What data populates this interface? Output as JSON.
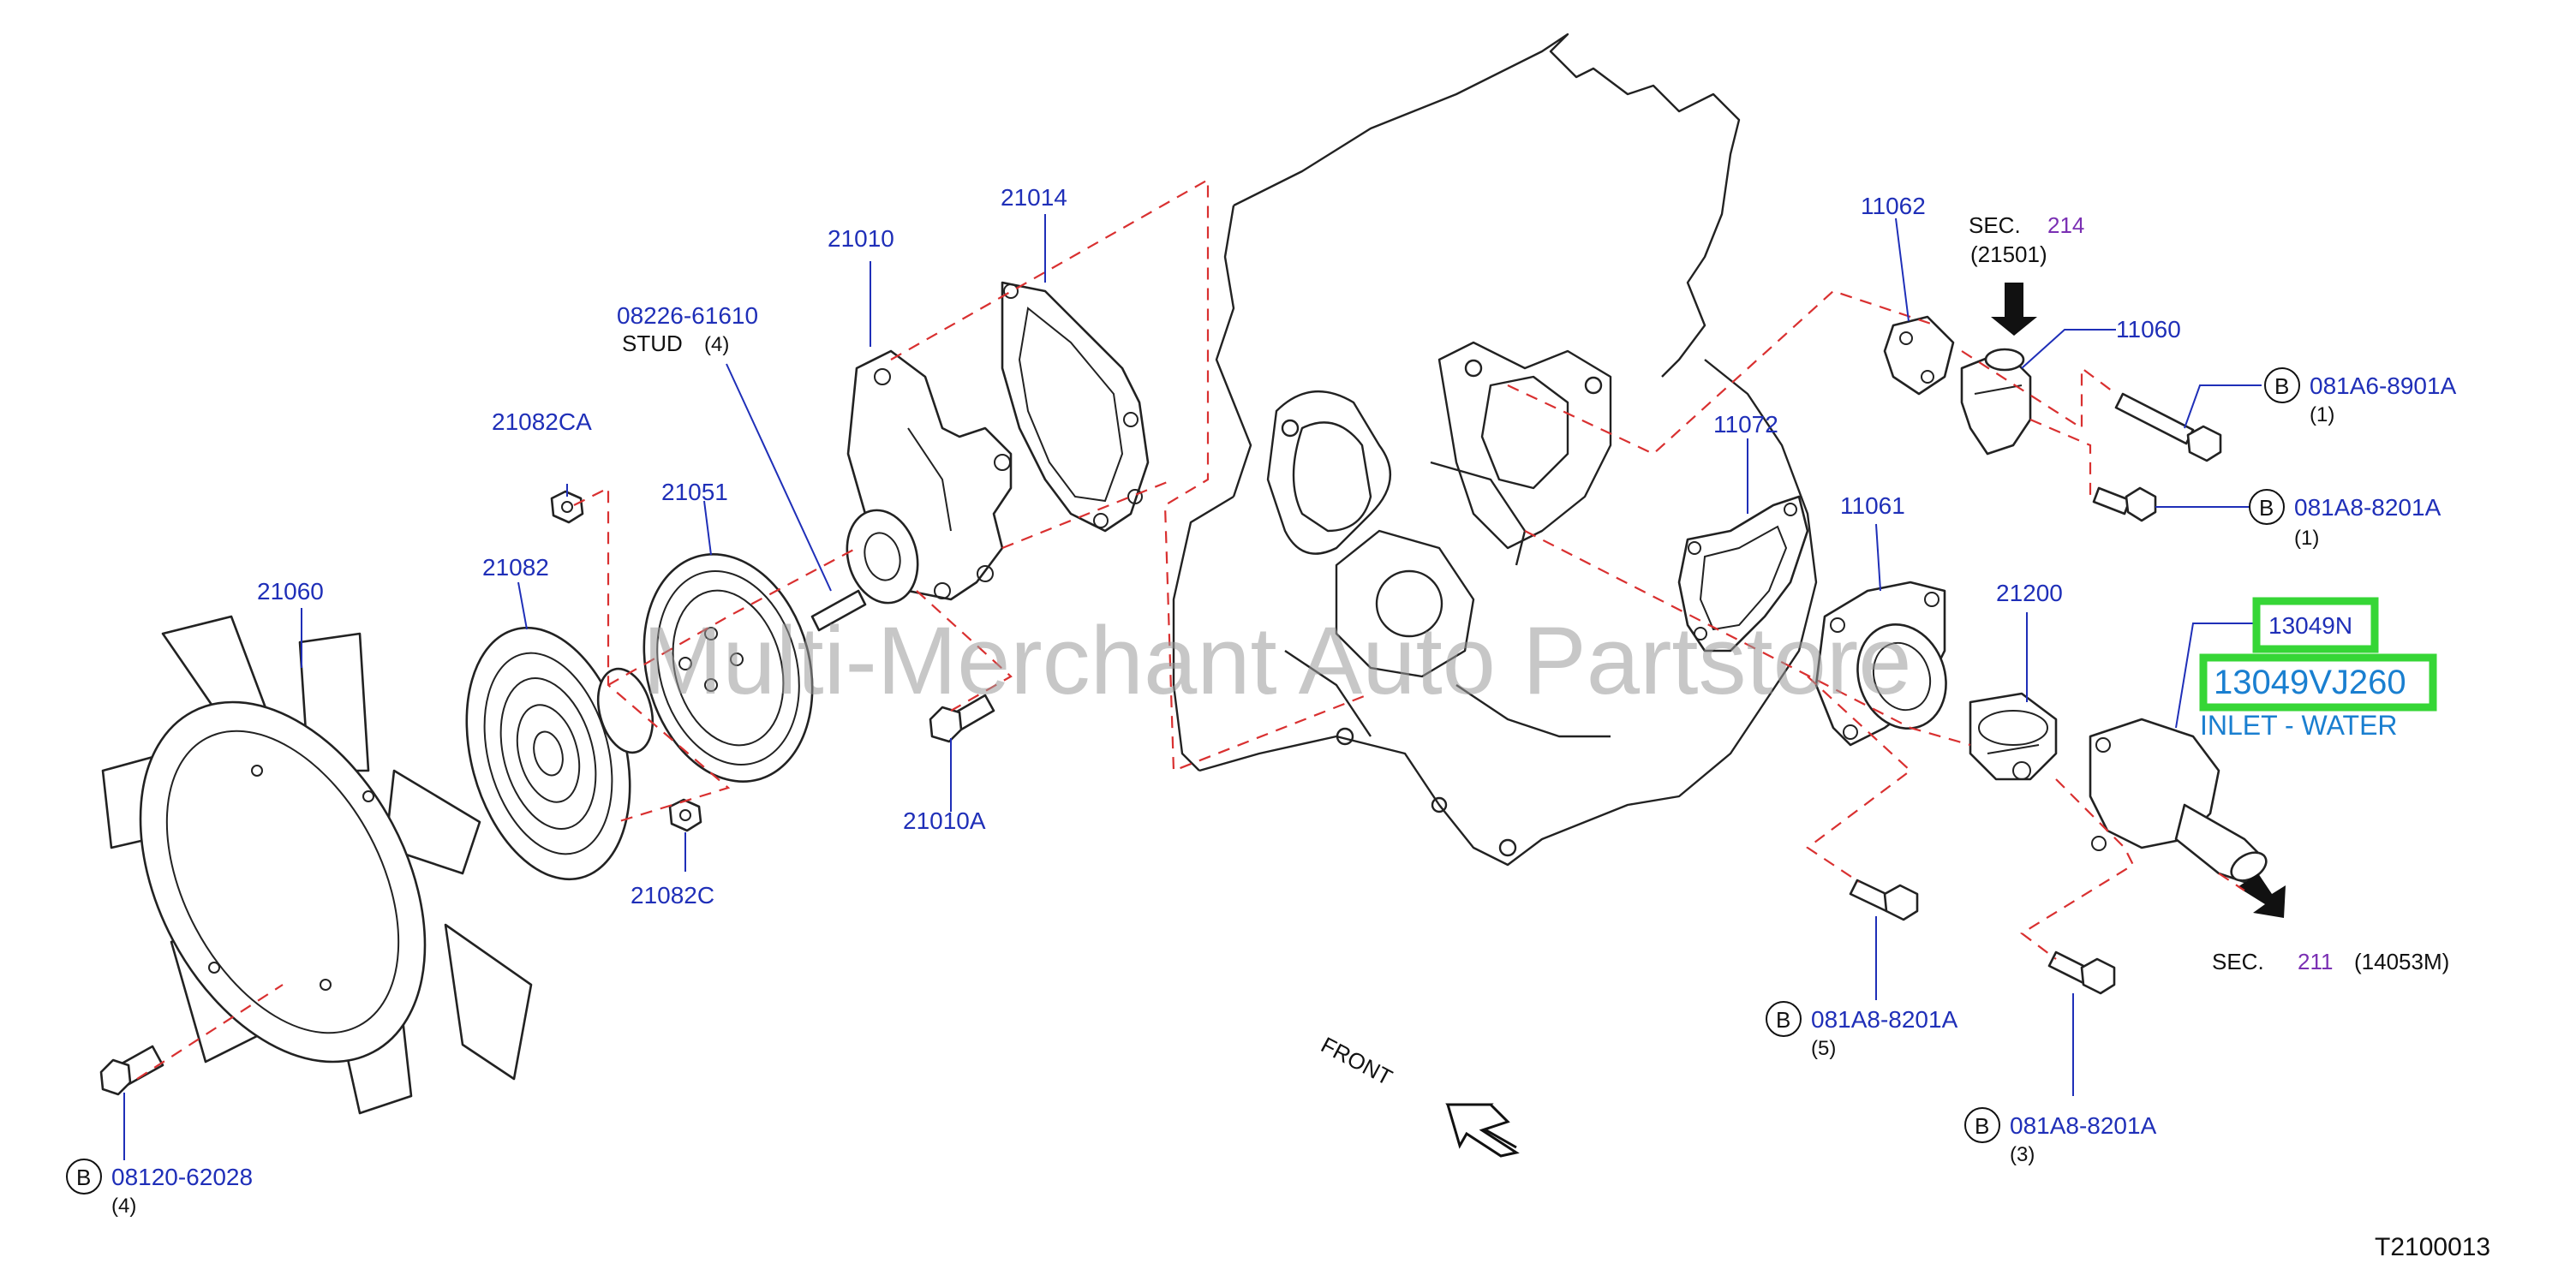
{
  "labels": {
    "p21060": "21060",
    "p21082": "21082",
    "p21082ca": "21082CA",
    "p21082c": "21082C",
    "p21051": "21051",
    "p08226": "08226-61610",
    "stud": "STUD",
    "stud_qty": "(4)",
    "p21010": "21010",
    "p21010a": "21010A",
    "p21014": "21014",
    "p11062": "11062",
    "p11060": "11060",
    "p11072": "11072",
    "p11061": "11061",
    "p21200": "21200",
    "p13049n": "13049N",
    "p13049vj260": "13049VJ260",
    "inlet_water": "INLET - WATER",
    "b_08120": "08120-62028",
    "b_08120_qty": "(4)",
    "b_081a6": "081A6-8901A",
    "b_081a6_qty": "(1)",
    "b_081a8_top": "081A8-8201A",
    "b_081a8_top_qty": "(1)",
    "b_081a8_mid": "081A8-8201A",
    "b_081a8_mid_qty": "(5)",
    "b_081a8_bot": "081A8-8201A",
    "b_081a8_bot_qty": "(3)",
    "b": "B",
    "sec_word": "SEC.",
    "sec214": "214",
    "sec214_ref": "(21501)",
    "sec211": "211",
    "sec211_ref": "(14053M)",
    "front": "FRONT",
    "diagram_code": "T2100013",
    "watermark": "Multi-Merchant Auto Partstore"
  },
  "colors": {
    "part_number": "#1f2fb8",
    "section_number": "#7a2fb3",
    "highlight_box": "#36d636",
    "highlight_text": "#1a7fd0",
    "dashed_leader": "#d93030"
  }
}
